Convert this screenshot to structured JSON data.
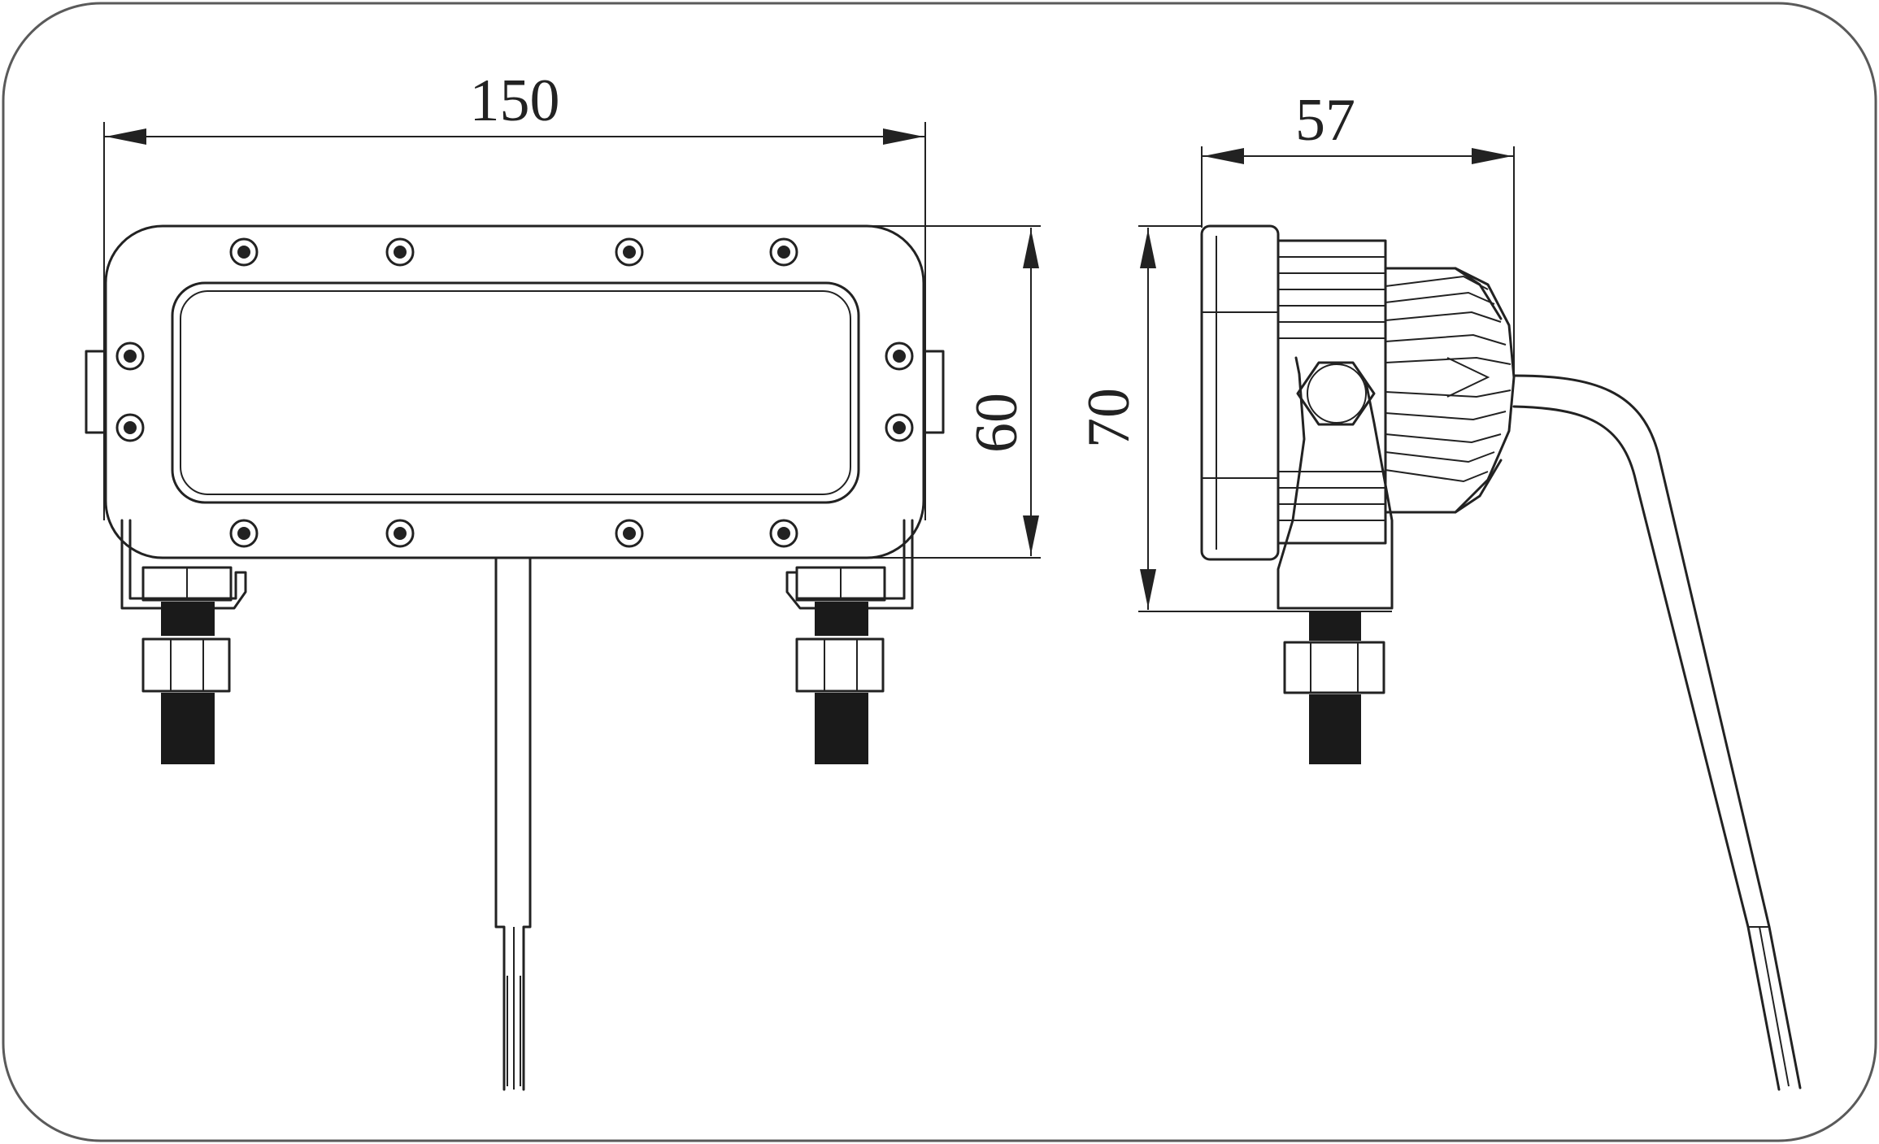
{
  "drawing": {
    "front_view": {
      "width_dimension": "150",
      "height_dimension": "60"
    },
    "side_view": {
      "depth_dimension": "57",
      "height_dimension": "70"
    },
    "colors": {
      "line": "#222222",
      "frame": "#5a5a5a",
      "background": "#ffffff"
    }
  }
}
